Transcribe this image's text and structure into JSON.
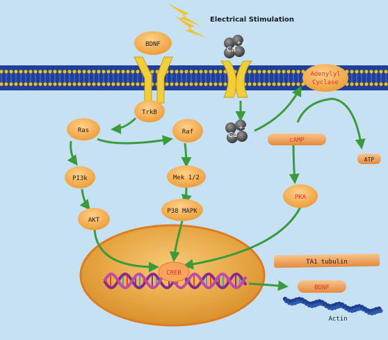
{
  "labels": {
    "stimulation": "Electrical Stimulation",
    "ca_top": "Ca",
    "ca_top_charge": "++",
    "ca_bottom": "Ca",
    "ca_bottom_charge": "++",
    "bdnf_ligand": "BDNF",
    "trkb": "TrkB",
    "adenylyl_line1": "Adenylyl",
    "adenylyl_line2": "Cyclase",
    "ras": "Ras",
    "raf": "Raf",
    "pi3k": "PI3k",
    "mek": "Mek 1/2",
    "akt": "AKT",
    "p38": "P38 MAPK",
    "camp": "cAMP",
    "pka": "PKA",
    "atp": "ATP",
    "creb": "CREB",
    "ta1": "TA1 tubulin",
    "bdnf_out": "BDNF",
    "actin": "Actin"
  },
  "colors": {
    "background": "#c6e1f4",
    "membrane": "#1f3f9a",
    "membrane_bead": "#e8c21a",
    "node_orange": "#f0a040",
    "arrow_green": "#3a9a3c",
    "accent_red": "#e0342a",
    "receptor_yellow": "#f2cf3a",
    "nucleus": "#e6a23a",
    "lightning": "#f3c12a",
    "actin_blue": "#1e3e8c"
  }
}
